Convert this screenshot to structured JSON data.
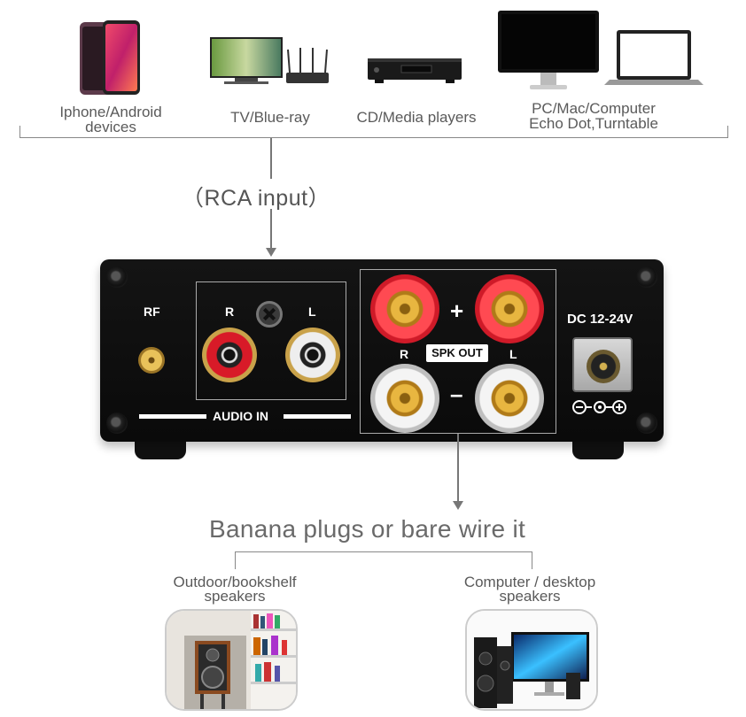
{
  "sources": [
    {
      "line1": "Iphone/Android",
      "line2": "devices",
      "icon": "smartphone-icon"
    },
    {
      "line1": "TV/Blue-ray",
      "line2": "",
      "icon": "tv-router-icon"
    },
    {
      "line1": "CD/Media players",
      "line2": "",
      "icon": "media-player-icon"
    },
    {
      "line1": "PC/Mac/Computer",
      "line2": "Echo Dot,Turntable",
      "icon": "computer-laptop-icon"
    }
  ],
  "rca_input_label": "（RCA input）",
  "amplifier": {
    "rf_label": "RF",
    "left_channel": "L",
    "right_channel": "R",
    "audio_in_label": "AUDIO IN",
    "spk_out_label": "SPK OUT",
    "plus_sign": "+",
    "minus_sign": "–",
    "dc_label": "DC 12-24V",
    "colors": {
      "body": "#111111",
      "red_terminal": "#e02030",
      "white_terminal": "#e8e8e8"
    }
  },
  "output_label": "Banana plugs or bare wire it",
  "outputs": [
    {
      "line1": "Outdoor/bookshelf",
      "line2": "speakers",
      "icon": "bookshelf-speaker-photo"
    },
    {
      "line1": "Computer / desktop",
      "line2": "speakers",
      "icon": "desktop-speaker-photo"
    }
  ]
}
